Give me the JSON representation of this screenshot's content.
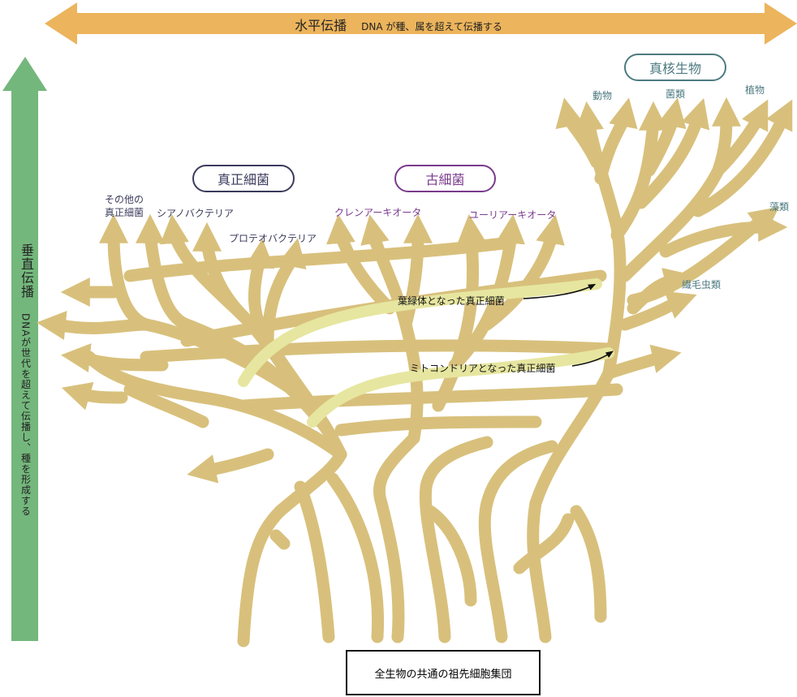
{
  "horizontal_transfer": {
    "title": "水平伝播",
    "subtitle": "DNA が種、属を超えて伝播する"
  },
  "vertical_transfer": {
    "title": "垂直伝播",
    "subtitle": "DNAが世代を超えて伝播し、種を形成する"
  },
  "groups": {
    "bacteria": "真正細菌",
    "archaea": "古細菌",
    "eukaryota": "真核生物"
  },
  "bacteria_labels": {
    "other_line1": "その他の",
    "other_line2": "真正細菌",
    "cyano": "シアノバクテリア",
    "proteo": "プロテオバクテリア"
  },
  "archaea_labels": {
    "crenarchaeota": "クレンアーキオータ",
    "euryarchaeota": "ユーリアーキオータ"
  },
  "eukaryota_labels": {
    "animals": "動物",
    "fungi": "菌類",
    "plants": "植物",
    "algae": "藻類",
    "ciliates": "繊毛虫類"
  },
  "endosymbiosis": {
    "chloroplast": "葉緑体となった真正細菌",
    "mitochondria": "ミトコンドリアとなった真正細菌"
  },
  "root": "全生物の共通の祖先細胞集団",
  "colors": {
    "branch": "#d8c07c",
    "branch_dark": "#b8963a",
    "highlight": "#e6e6a0",
    "horizontal_arrow": "#ecb45c",
    "vertical_arrow": "#74b77c"
  }
}
